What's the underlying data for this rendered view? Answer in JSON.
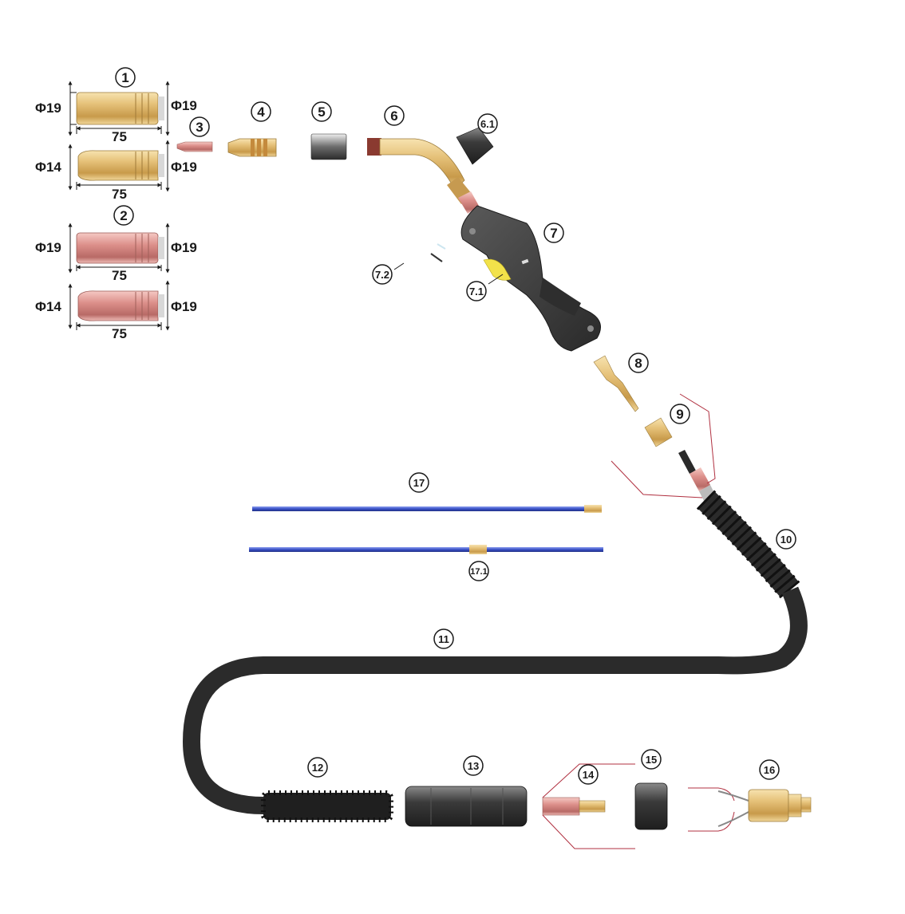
{
  "nozzles": {
    "n1a": {
      "d_left": "Φ19",
      "d_right": "Φ19",
      "length": "75"
    },
    "n1b": {
      "d_left": "Φ14",
      "d_right": "Φ19",
      "length": "75"
    },
    "n2a": {
      "d_left": "Φ19",
      "d_right": "Φ19",
      "length": "75"
    },
    "n2b": {
      "d_left": "Φ14",
      "d_right": "Φ19",
      "length": "75"
    }
  },
  "callouts": {
    "c1": "1",
    "c2": "2",
    "c3": "3",
    "c4": "4",
    "c5": "5",
    "c6": "6",
    "c6_1": "6.1",
    "c7": "7",
    "c7_1": "7.1",
    "c7_2": "7.2",
    "c8": "8",
    "c9": "9",
    "c10": "10",
    "c11": "11",
    "c12": "12",
    "c13": "13",
    "c14": "14",
    "c15": "15",
    "c16": "16",
    "c17": "17",
    "c17_1": "17.1"
  },
  "colors": {
    "brass": "#e0b86a",
    "copper": "#d08a7a",
    "cable": "#2b2b2b",
    "liner": "#3a52c8",
    "wire": "#b03040",
    "handle": "#3c3c3c",
    "trigger": "#f2e24a"
  }
}
